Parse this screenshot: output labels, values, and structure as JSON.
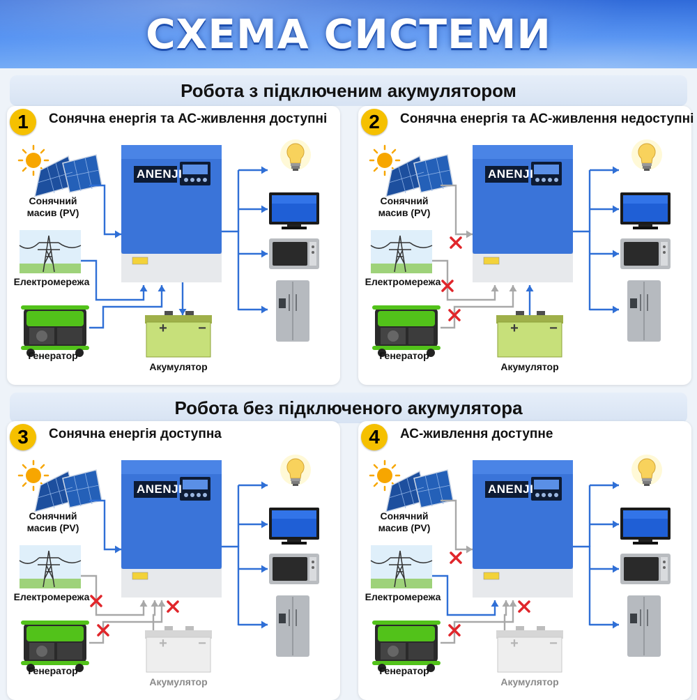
{
  "header": {
    "title": "СХЕМА СИСТЕМИ"
  },
  "sections": [
    {
      "title": "Робота з підключеним акумулятором"
    },
    {
      "title": "Робота без підключеного акумулятора"
    }
  ],
  "labels": {
    "pv": "Сонячний масив (PV)",
    "pv_line1": "Сонячний",
    "pv_line2": "масив (PV)",
    "grid": "Електромережа",
    "generator": "Генератор",
    "battery": "Акумулятор",
    "brand": "ANENJI",
    "battery_plus": "+",
    "battery_minus": "−"
  },
  "cases": [
    {
      "number": "1",
      "title": "Сонячна енергія та АС-живлення доступні",
      "pv": true,
      "grid": true,
      "generator": true,
      "battery": "connected-out"
    },
    {
      "number": "2",
      "title": "Сонячна енергія та АС-живлення недоступні",
      "pv": false,
      "grid": false,
      "generator": false,
      "battery": "connected-in"
    },
    {
      "number": "3",
      "title": "Сонячна енергія доступна",
      "pv": true,
      "grid": false,
      "generator": false,
      "battery": "disconnected"
    },
    {
      "number": "4",
      "title": "АС-живлення доступне",
      "pv": false,
      "grid": true,
      "generator": false,
      "battery": "disconnected"
    }
  ],
  "loads": [
    "lightbulb",
    "tv",
    "microwave",
    "refrigerator"
  ],
  "colors": {
    "active": "#2f6fd6",
    "inactive": "#a8a8a8",
    "cross": "#e0262b",
    "inverter": "#3a74d9",
    "badge": "#f5c000"
  }
}
